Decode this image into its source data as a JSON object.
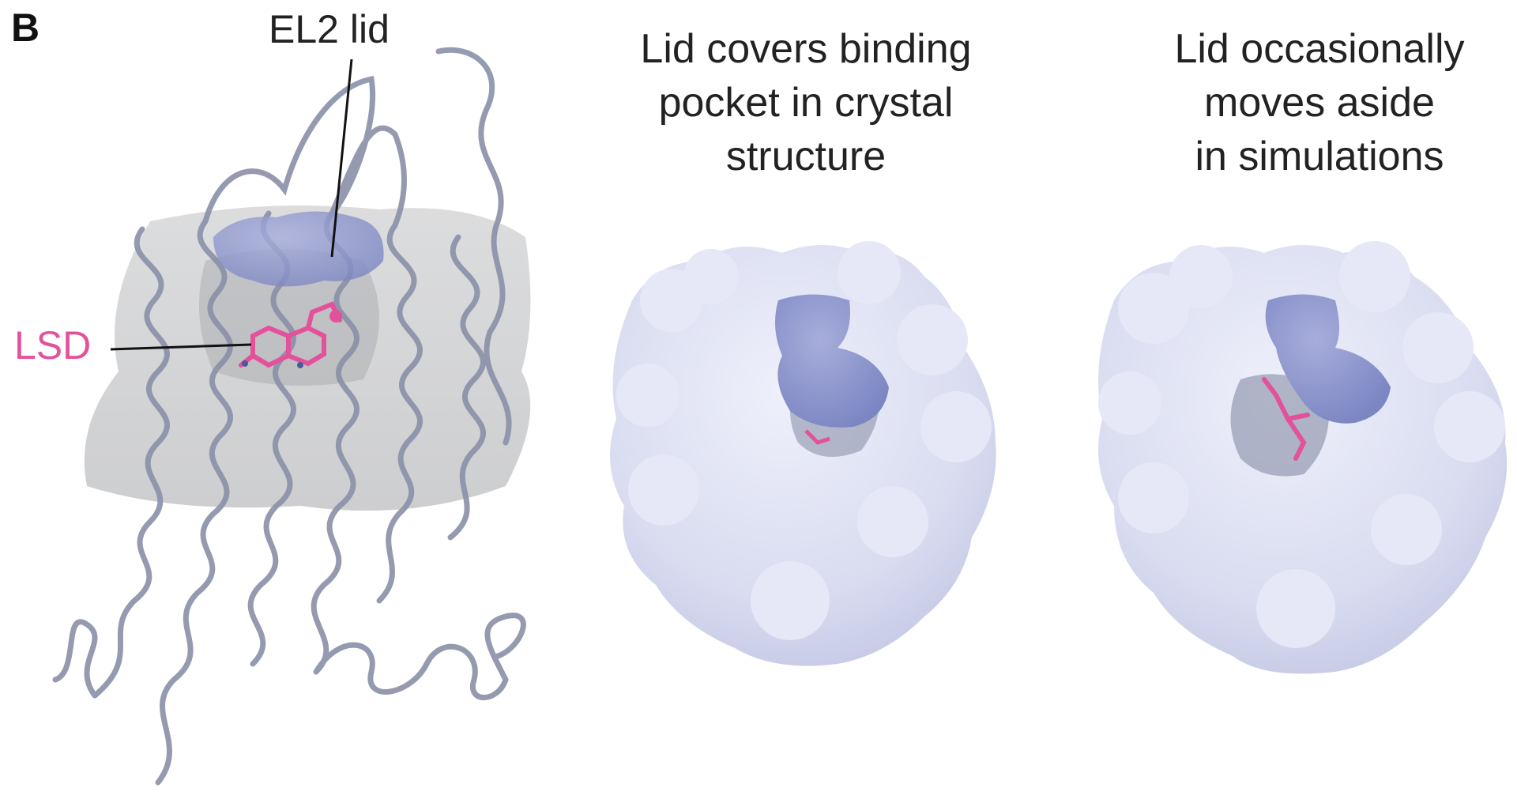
{
  "panel_label": "B",
  "callouts": {
    "lid": "EL2 lid",
    "ligand": "LSD"
  },
  "captions": {
    "crystal": [
      "Lid covers binding",
      "pocket in crystal",
      "structure"
    ],
    "simulation": [
      "Lid occasionally",
      "moves aside",
      "in simulations"
    ]
  },
  "colors": {
    "ribbon": "#8a90a8",
    "membrane_surface": "#c9cbcc",
    "protein_surface": "#dde0f2",
    "lid": "#8e97cd",
    "ligand": "#e4519b"
  }
}
